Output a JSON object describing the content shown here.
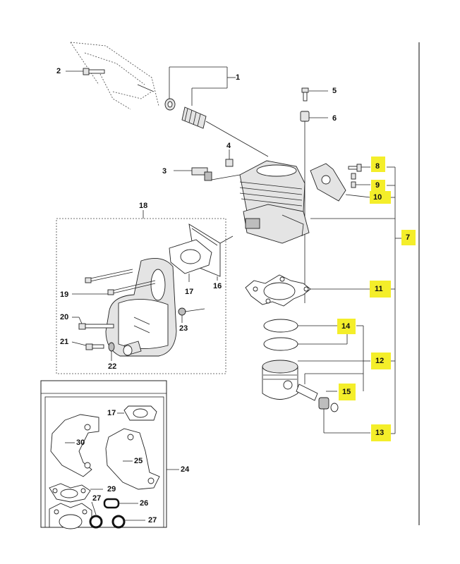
{
  "callouts": [
    {
      "id": "c1",
      "text": "1",
      "highlight": false
    },
    {
      "id": "c2",
      "text": "2",
      "highlight": false
    },
    {
      "id": "c3",
      "text": "3",
      "highlight": false
    },
    {
      "id": "c4",
      "text": "4",
      "highlight": false
    },
    {
      "id": "c5",
      "text": "5",
      "highlight": false
    },
    {
      "id": "c6",
      "text": "6",
      "highlight": false
    },
    {
      "id": "c7",
      "text": "7",
      "highlight": true
    },
    {
      "id": "c8",
      "text": "8",
      "highlight": true
    },
    {
      "id": "c9",
      "text": "9",
      "highlight": true
    },
    {
      "id": "c10",
      "text": "10",
      "highlight": true
    },
    {
      "id": "c11",
      "text": "11",
      "highlight": true
    },
    {
      "id": "c12",
      "text": "12",
      "highlight": true
    },
    {
      "id": "c13",
      "text": "13",
      "highlight": true
    },
    {
      "id": "c14",
      "text": "14",
      "highlight": true
    },
    {
      "id": "c15",
      "text": "15",
      "highlight": true
    },
    {
      "id": "c16",
      "text": "16",
      "highlight": false
    },
    {
      "id": "c17",
      "text": "17",
      "highlight": false
    },
    {
      "id": "c17b",
      "text": "17",
      "highlight": false
    },
    {
      "id": "c18",
      "text": "18",
      "highlight": false
    },
    {
      "id": "c19",
      "text": "19",
      "highlight": false
    },
    {
      "id": "c20",
      "text": "20",
      "highlight": false
    },
    {
      "id": "c21",
      "text": "21",
      "highlight": false
    },
    {
      "id": "c22",
      "text": "22",
      "highlight": false
    },
    {
      "id": "c23",
      "text": "23",
      "highlight": false
    },
    {
      "id": "c24",
      "text": "24",
      "highlight": false
    },
    {
      "id": "c25",
      "text": "25",
      "highlight": false
    },
    {
      "id": "c26",
      "text": "26",
      "highlight": false
    },
    {
      "id": "c27a",
      "text": "27",
      "highlight": false
    },
    {
      "id": "c27b",
      "text": "27",
      "highlight": false
    },
    {
      "id": "c29",
      "text": "29",
      "highlight": false
    },
    {
      "id": "c30",
      "text": "30",
      "highlight": false
    }
  ],
  "colors": {
    "highlight": "#f4ee2a",
    "ink": "#222222",
    "paper": "#ffffff"
  }
}
